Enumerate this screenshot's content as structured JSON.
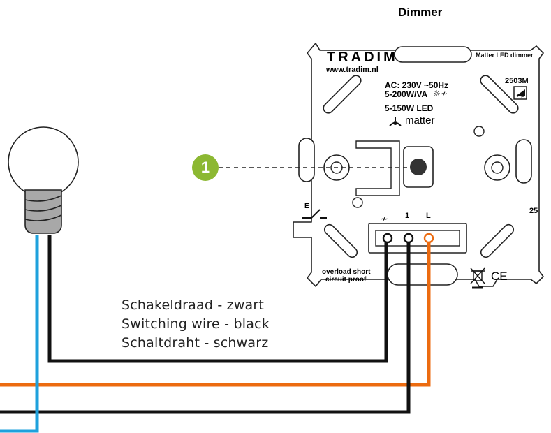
{
  "title": "Dimmer",
  "device": {
    "brand": "TRADIM",
    "url": "www.tradim.nl",
    "model_label": "Matter LED dimmer",
    "model_number": "2503M",
    "rc_label": "R,C",
    "spec_line1": "AC: 230V ~50Hz",
    "spec_line2": "5-200W/VA",
    "spec_line3": "5-150W LED",
    "matter_label": "matter",
    "terminal_1": "1",
    "terminal_L": "L",
    "switch_symbol_label": "E",
    "number_25": "25",
    "overload_line1": "overload short",
    "overload_line2": "circuit proof",
    "ce_mark": "CE"
  },
  "callout": {
    "number": "1"
  },
  "wire_labels": {
    "nl": "Schakeldraad - zwart",
    "en": "Switching wire - black",
    "de": "Schaltdraht - schwarz"
  },
  "colors": {
    "black_wire": "#111111",
    "orange_wire": "#ec6b10",
    "blue_wire": "#1ea1dc",
    "badge": "#8cb832"
  }
}
